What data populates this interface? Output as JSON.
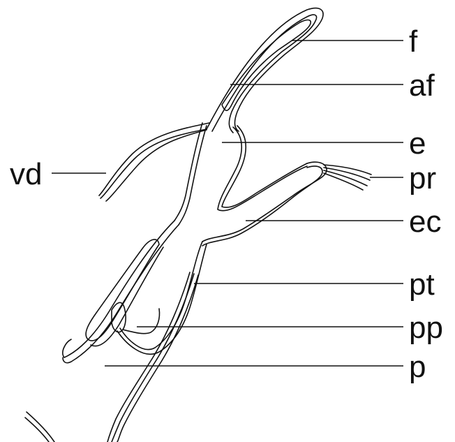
{
  "labels": {
    "f": "f",
    "af": "af",
    "e": "e",
    "vd": "vd",
    "pr": "pr",
    "ec": "ec",
    "pt": "pt",
    "pp": "pp",
    "p": "p"
  },
  "colors": {
    "ink": "#111111",
    "background": "#ffffff"
  }
}
